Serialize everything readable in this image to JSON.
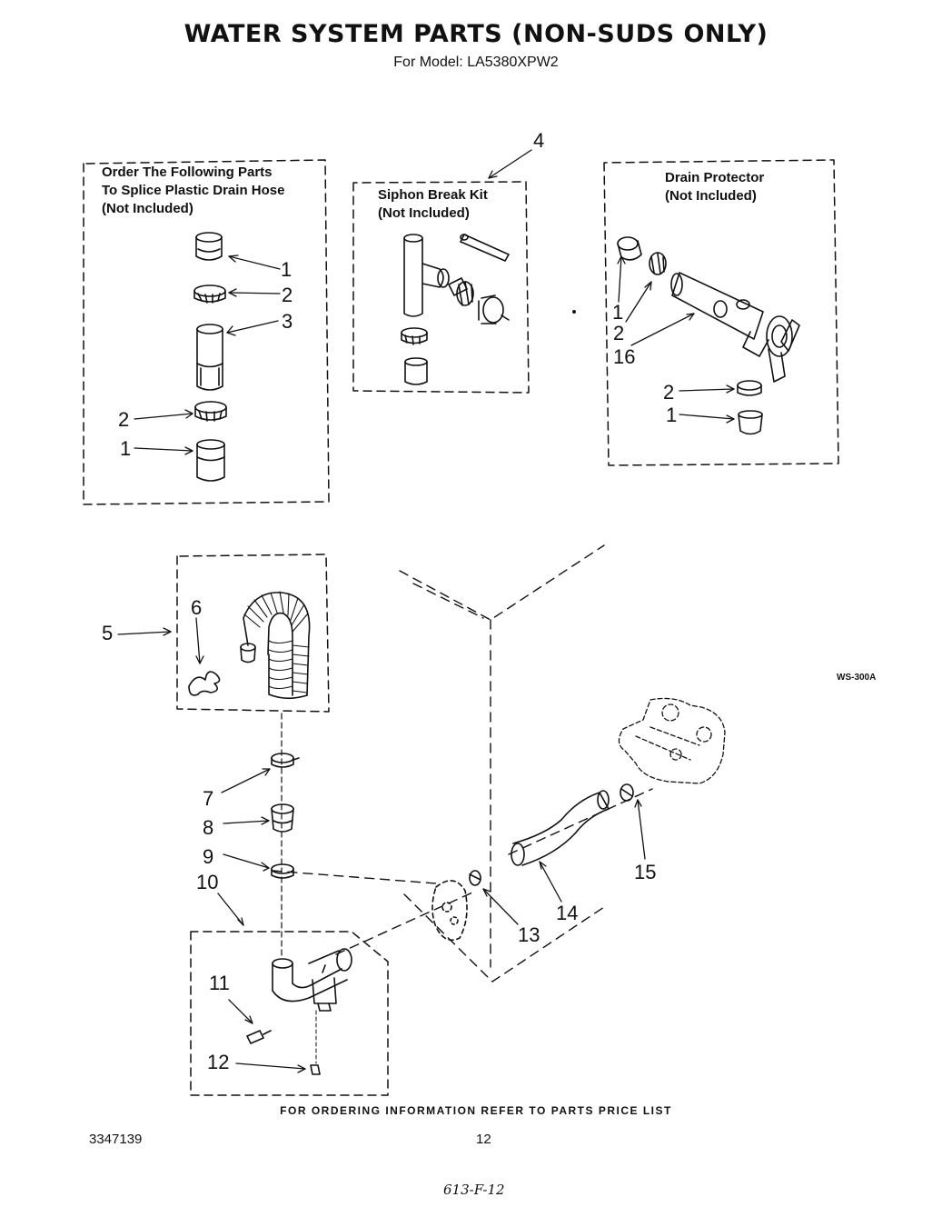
{
  "header": {
    "title": "WATER SYSTEM PARTS  (NON-SUDS ONLY)",
    "model_line": "For Model: LA5380XPW2"
  },
  "boxes": {
    "splice": "Order The Following Parts\nTo Splice Plastic Drain Hose\n(Not Included)",
    "siphon": "Siphon Break Kit\n(Not Included)",
    "drain_protector": "Drain Protector\n(Not Included)"
  },
  "callouts": {
    "c1a": "1",
    "c2a": "2",
    "c3": "3",
    "c2b": "2",
    "c1b": "1",
    "c4": "4",
    "c1c": "1",
    "c2c": "2",
    "c16": "16",
    "c2d": "2",
    "c1d": "1",
    "c5": "5",
    "c6": "6",
    "c7": "7",
    "c8": "8",
    "c9": "9",
    "c10": "10",
    "c11": "11",
    "c12": "12",
    "c13": "13",
    "c14": "14",
    "c15": "15"
  },
  "figure_code": "WS-300A",
  "footer": {
    "ordering_info": "FOR ORDERING INFORMATION REFER TO PARTS PRICE LIST",
    "doc_number": "3347139",
    "page_number": "12",
    "handwritten_note": "613-F-12"
  }
}
